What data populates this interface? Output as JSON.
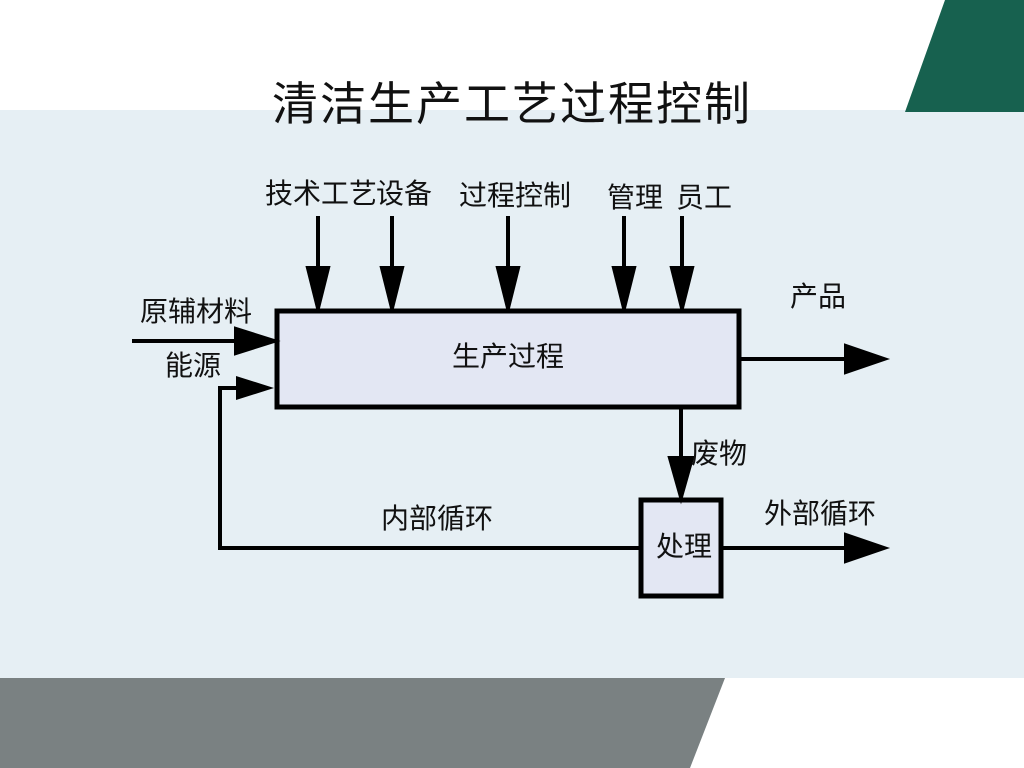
{
  "title": "清洁生产工艺过程控制",
  "inputs_top": [
    "技术工艺",
    "设备",
    "过程控制",
    "管理",
    "员工"
  ],
  "input_materials": "原辅材料",
  "input_energy": "能源",
  "process": "生产过程",
  "output_product": "产品",
  "waste": "废物",
  "treatment": "处理",
  "internal_loop": "内部循环",
  "external_loop": "外部循环",
  "colors": {
    "band": "#e6eff4",
    "accent": "#17614f",
    "footer": "#7a8182",
    "process_fill": "#e3e7f3"
  }
}
